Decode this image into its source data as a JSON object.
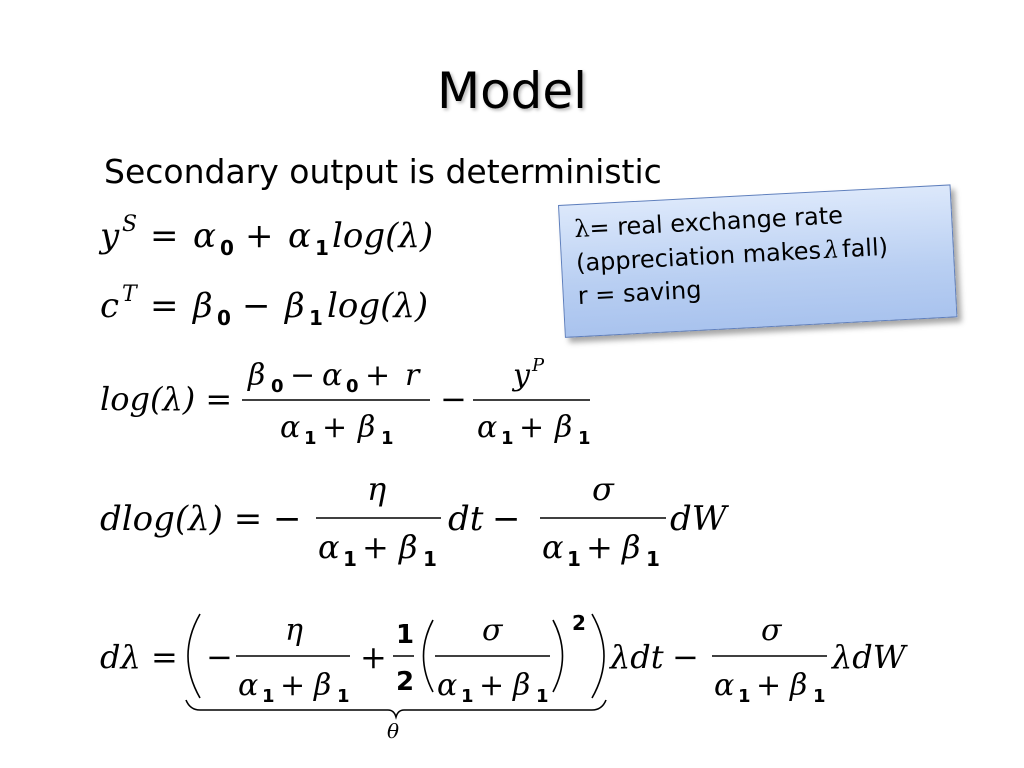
{
  "slide": {
    "title": "Model",
    "subtitle": "Secondary output is deterministic"
  },
  "callout": {
    "line1_symbol": "λ",
    "line1_text": "= real exchange rate",
    "line2_before": "(appreciation makes",
    "line2_symbol": "λ",
    "line2_after": "fall)",
    "line3": "r = saving"
  },
  "equations": {
    "eq1": "y^S = α_0 + α_1 log(λ)",
    "eq2": "c^T = β_0 − β_1 log(λ)",
    "eq3": "log(λ) = (β_0 − α_0 + r)/(α_1 + β_1) − y^P/(α_1 + β_1)",
    "eq4": "dlog(λ) = −η/(α_1 + β_1) dt − σ/(α_1 + β_1) dW",
    "eq5": "dλ = (−η/(α_1 + β_1) + 1/2 (σ/(α_1 + β_1))^2) λdt − σ/(α_1 + β_1) λdW",
    "underbrace_label": "θ"
  }
}
